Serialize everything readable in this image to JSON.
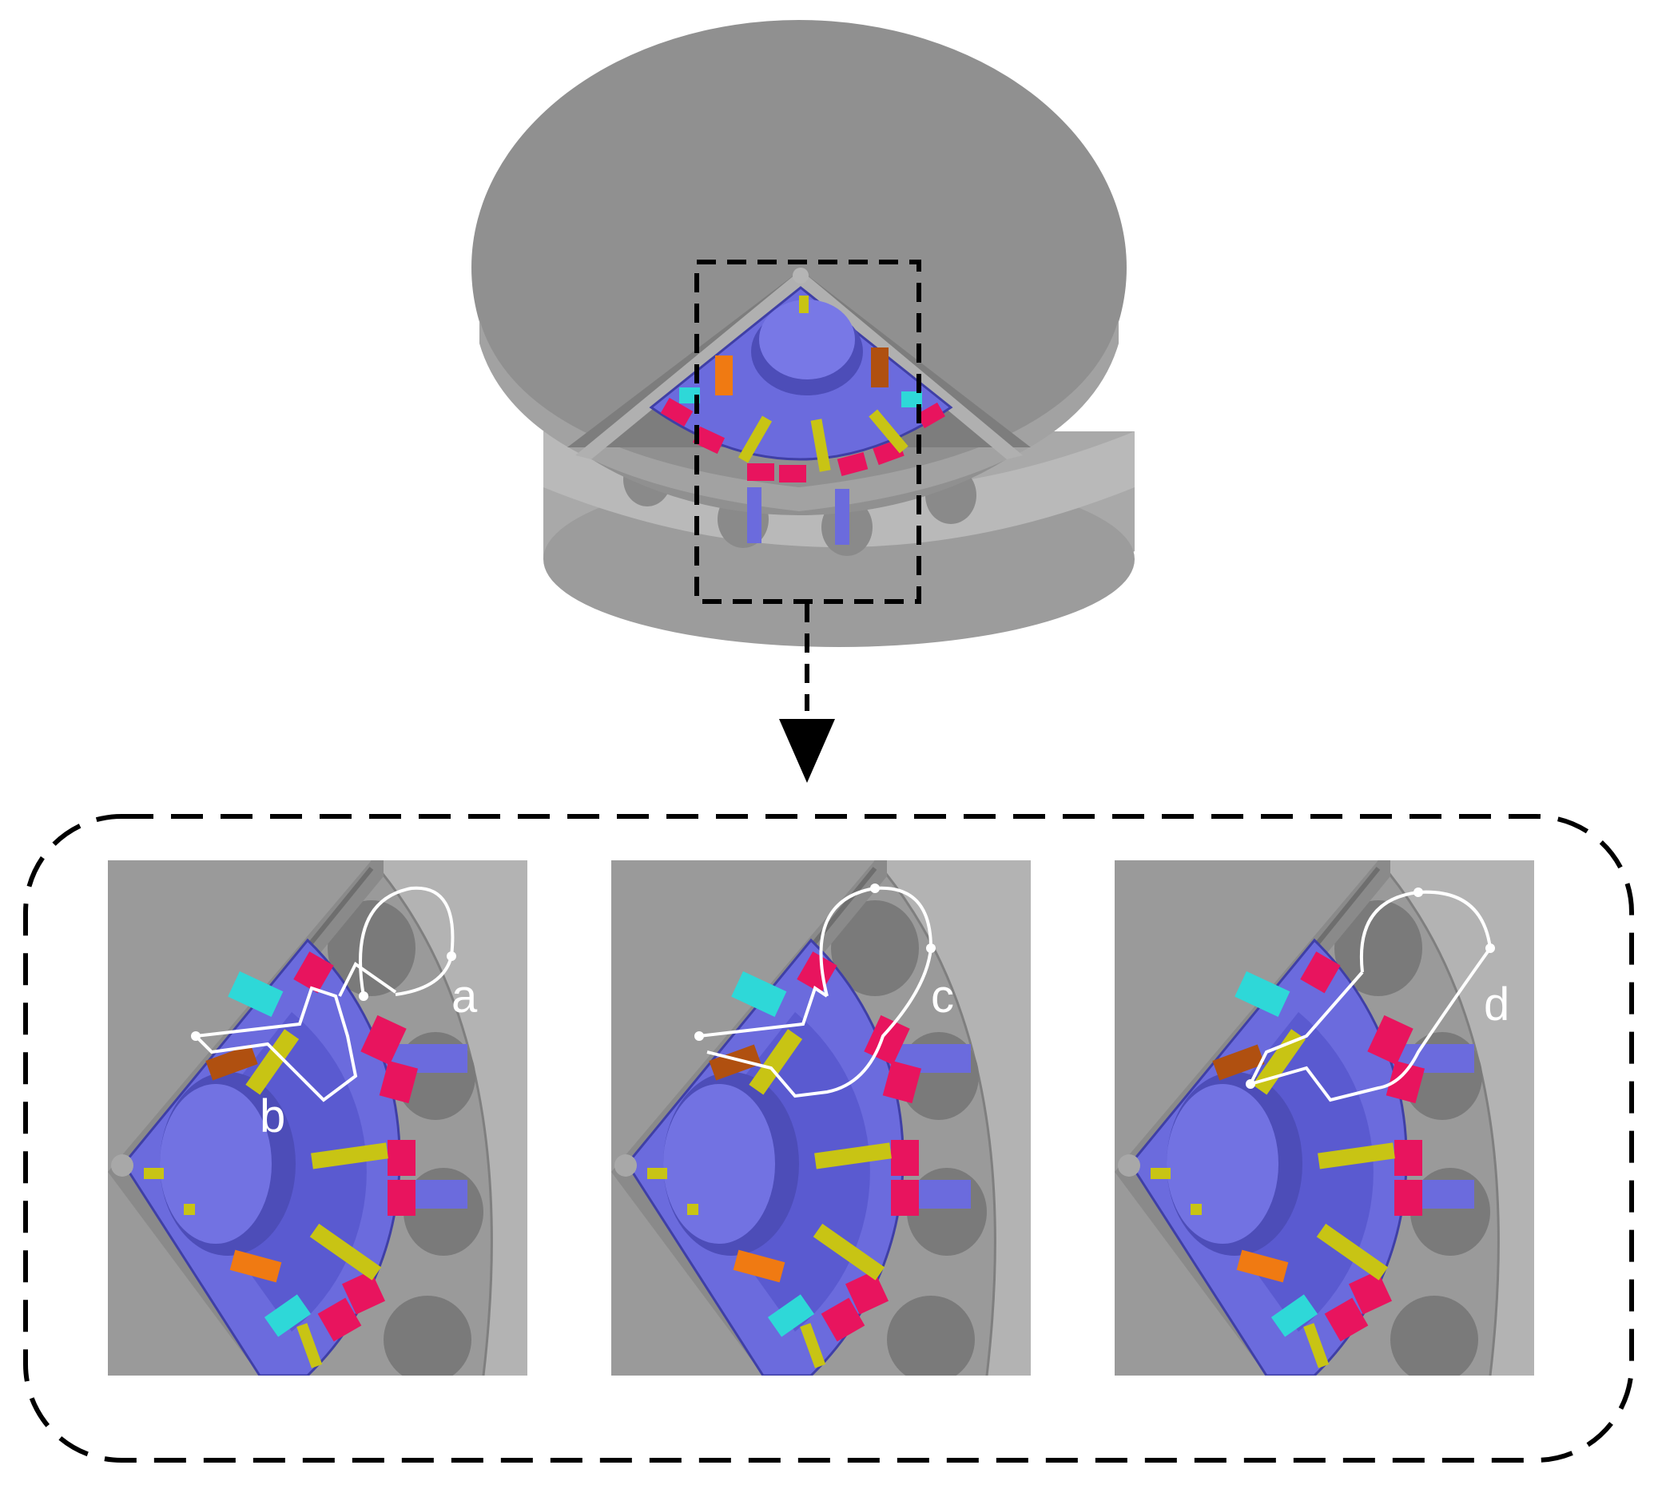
{
  "colors": {
    "background": "#ffffff",
    "housing_top": "#8f8f8f",
    "housing_side": "#a6a6a6",
    "stator": "#6b6bdd",
    "stator_dark": "#4d4db8",
    "magenta": "#e8145e",
    "yellow": "#c8c414",
    "orange": "#f07a12",
    "cyan": "#2ed8d8",
    "dash": "#000000",
    "path": "#ffffff"
  },
  "panels": [
    {
      "id": "panel-1",
      "labels": [
        "a",
        "b"
      ]
    },
    {
      "id": "panel-2",
      "labels": [
        "c"
      ]
    },
    {
      "id": "panel-3",
      "labels": [
        "d"
      ]
    }
  ]
}
